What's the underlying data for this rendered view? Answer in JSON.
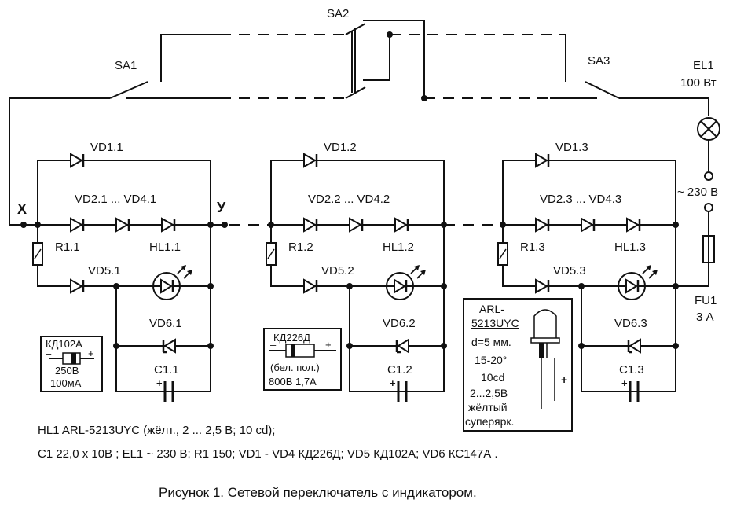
{
  "labels": {
    "sa1": "SA1",
    "sa2": "SA2",
    "sa3": "SA3",
    "el1": "EL1",
    "el1_power": "100 Вт",
    "mains": "~ 230 В",
    "fu1": "FU1",
    "fu1_rating": "3 А",
    "node_x": "Х",
    "node_y": "У"
  },
  "cells": [
    {
      "vd1": "VD1.1",
      "vd24": "VD2.1  ...  VD4.1",
      "r1": "R1.1",
      "vd5": "VD5.1",
      "hl": "HL1.1",
      "vd6": "VD6.1",
      "c1": "C1.1"
    },
    {
      "vd1": "VD1.2",
      "vd24": "VD2.2  ...  VD4.2",
      "r1": "R1.2",
      "vd5": "VD5.2",
      "hl": "HL1.2",
      "vd6": "VD6.2",
      "c1": "C1.2"
    },
    {
      "vd1": "VD1.3",
      "vd24": "VD2.3  ...  VD4.3",
      "r1": "R1.3",
      "vd5": "VD5.3",
      "hl": "HL1.3",
      "vd6": "VD6.3",
      "c1": "C1.3"
    }
  ],
  "box_kd102": {
    "title": "КД102А",
    "v": "250В",
    "i": "100мА"
  },
  "box_kd226": {
    "title": "КД226Д",
    "note": "(бел. пол.)",
    "spec": "800В 1,7А"
  },
  "box_arl": {
    "line1": "ARL-",
    "line2": "5213UYC",
    "line3": "d=5 мм.",
    "line4": "15-20°",
    "line5": "10cd",
    "line6": "2...2,5В",
    "line7": "жёлтый",
    "line8": "суперярк."
  },
  "notes": {
    "line1": "HL1 ARL-5213UYC (жёлт., 2 ... 2,5 В; 10 cd);",
    "line2": "C1 22,0 х 10В ;  EL1 ~ 230 В;   R1  150;    VD1 - VD4    КД226Д;   VD5  КД102А;   VD6  КС147А ."
  },
  "caption": "Рисунок 1. Сетевой переключатель с индикатором."
}
